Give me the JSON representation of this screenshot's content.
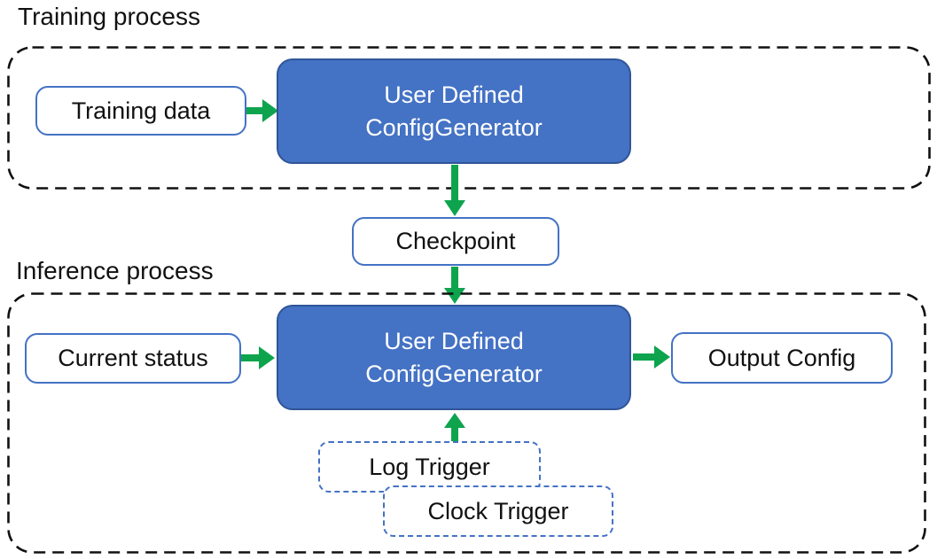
{
  "diagram": {
    "training_section": {
      "label": "Training process",
      "input_box": "Training data",
      "generator_box_line1": "User Defined",
      "generator_box_line2": "ConfigGenerator"
    },
    "checkpoint_box": "Checkpoint",
    "inference_section": {
      "label": "Inference process",
      "input_box": "Current status",
      "generator_box_line1": "User Defined",
      "generator_box_line2": "ConfigGenerator",
      "output_box": "Output Config",
      "log_trigger_box": "Log Trigger",
      "clock_trigger_box": "Clock Trigger"
    },
    "colors": {
      "generator_fill": "#4472C4",
      "generator_border": "#2F5597",
      "box_border": "#4472C4",
      "arrow_green": "#0EA44E",
      "container_border": "#111111",
      "trigger_border": "#4472C4"
    }
  }
}
